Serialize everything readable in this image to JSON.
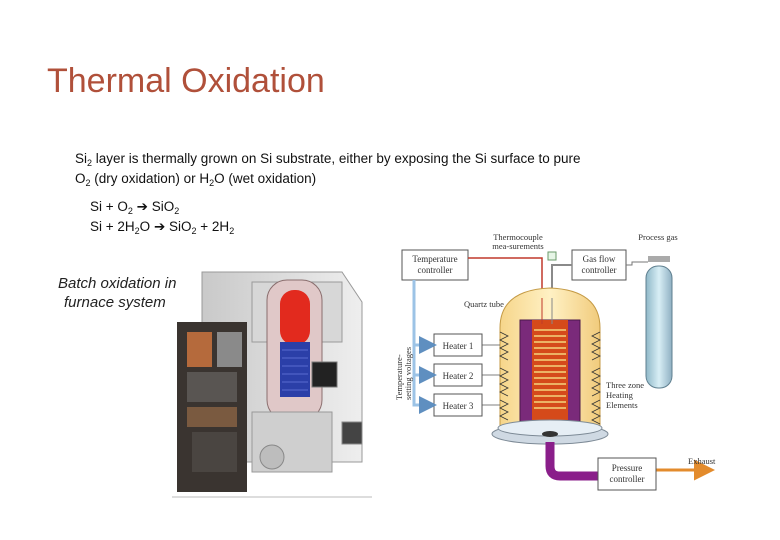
{
  "title": "Thermal Oxidation",
  "intro": {
    "p1": "Si",
    "p1_sub": "2",
    "p2": " layer is thermally grown on Si substrate, either by exposing the Si surface to pure O",
    "p2_sub": "2",
    "p3": " (dry oxidation) or H",
    "p3_sub": "2",
    "p4": "O (wet oxidation)"
  },
  "equations": {
    "eq1": {
      "a": "Si + O",
      "a_sub": "2",
      "arrow": "➔",
      "b": " SiO",
      "b_sub": "2"
    },
    "eq2": {
      "a": "Si + 2H",
      "a_sub": "2",
      "a2": "O ",
      "arrow": "➔",
      "b": " SiO",
      "b_sub": "2",
      "c": " + 2H",
      "c_sub": "2"
    }
  },
  "caption": {
    "line1": "Batch oxidation in",
    "line2": "furnace system"
  },
  "diagram": {
    "thermocouple": [
      "Thermocouple",
      "mea-surements"
    ],
    "process_gas": "Process gas",
    "temperature_controller": [
      "Temperature",
      "controller"
    ],
    "gas_flow_controller": [
      "Gas flow",
      "controller"
    ],
    "quartz_tube": "Quartz tube",
    "temperature_voltages": [
      "Temperature-",
      "setting voltages"
    ],
    "heaters": [
      "Heater 1",
      "Heater 2",
      "Heater 3"
    ],
    "three_zone": [
      "Three zone",
      "Heating",
      "Elements"
    ],
    "pressure_controller": [
      "Pressure",
      "controller"
    ],
    "exhaust": "Exhaust"
  }
}
